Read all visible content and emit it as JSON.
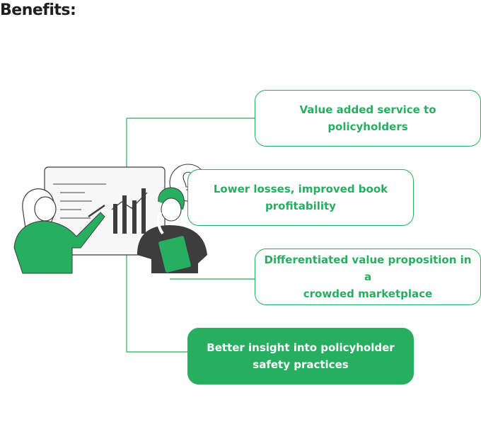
{
  "heading": "Benefits:",
  "benefits": [
    {
      "line1": "Value added service to",
      "line2": "policyholders",
      "highlighted": false
    },
    {
      "line1": "Lower losses, improved book",
      "line2": "profitability",
      "highlighted": false
    },
    {
      "line1": "Differentiated value proposition in a",
      "line2": "crowded marketplace",
      "highlighted": false
    },
    {
      "line1": "Better insight into policyholder",
      "line2": "safety practices",
      "highlighted": true
    }
  ],
  "colors": {
    "accent": "#27ae60",
    "dark": "#3d3d3d",
    "text": "#1f1f1f"
  }
}
